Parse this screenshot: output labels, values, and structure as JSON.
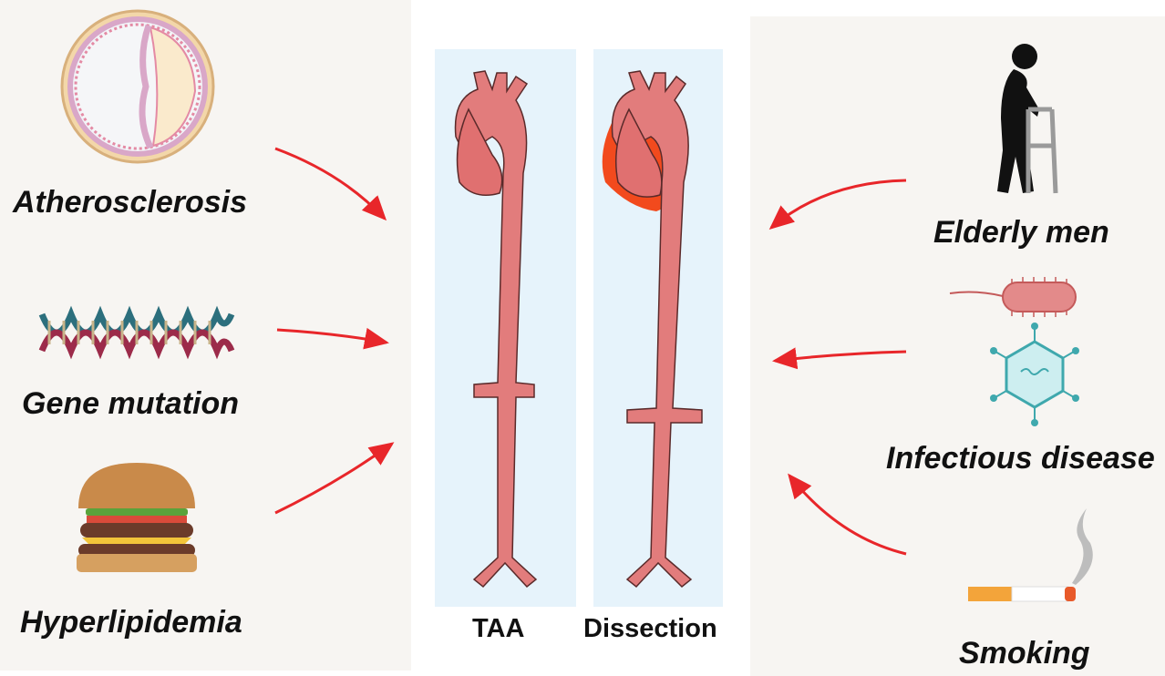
{
  "left_factors": {
    "atherosclerosis": "Atherosclerosis",
    "gene_mutation": "Gene mutation",
    "hyperlipidemia": "Hyperlipidemia"
  },
  "right_factors": {
    "elderly_men": "Elderly men",
    "infectious_disease": "Infectious disease",
    "smoking": "Smoking"
  },
  "vessels": {
    "taa": "TAA",
    "dissection": "Dissection"
  },
  "colors": {
    "arrow": "#e8262a",
    "aorta": "#e27c7c",
    "dissection": "#f24a1d",
    "vessel_bg": "#e6f3fb",
    "panel_bg": "#f7f5f2"
  },
  "icons": [
    "artery-cross-section-icon",
    "dna-helix-icon",
    "burger-icon",
    "elderly-man-walker-icon",
    "bacterium-icon",
    "virus-icon",
    "cigarette-icon"
  ]
}
